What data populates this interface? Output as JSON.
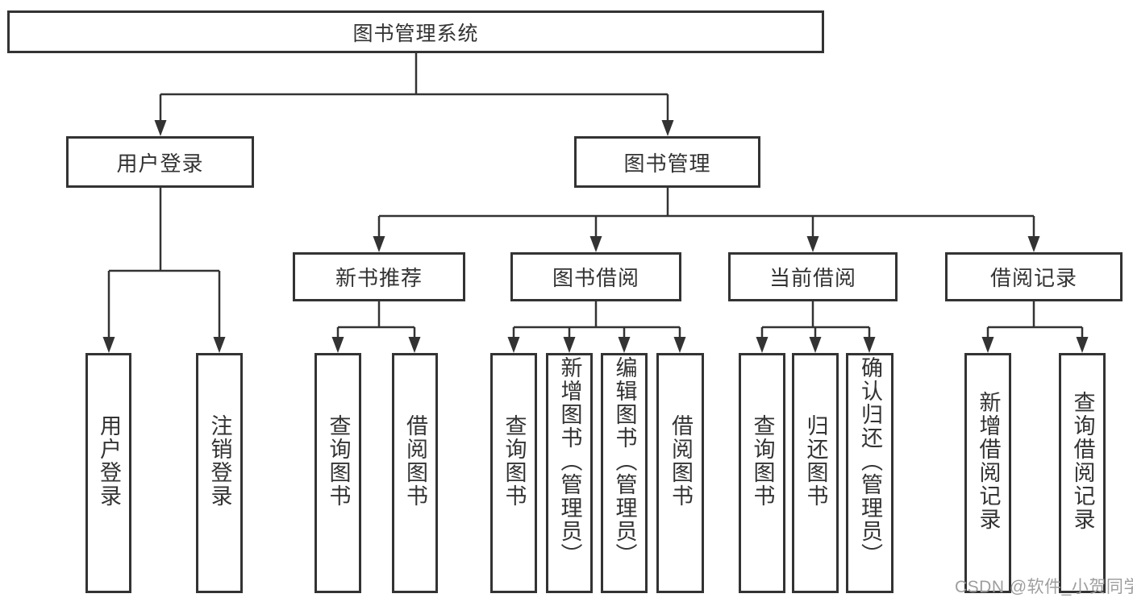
{
  "diagram": {
    "root": {
      "label": "图书管理系统"
    },
    "level2": [
      {
        "label": "用户登录"
      },
      {
        "label": "图书管理"
      }
    ],
    "level3": [
      {
        "label": "新书推荐",
        "parent": "图书管理"
      },
      {
        "label": "图书借阅",
        "parent": "图书管理"
      },
      {
        "label": "当前借阅",
        "parent": "图书管理"
      },
      {
        "label": "借阅记录",
        "parent": "图书管理"
      }
    ],
    "leaves": [
      {
        "label": "用户登录",
        "parent": "用户登录"
      },
      {
        "label": "注销登录",
        "parent": "用户登录"
      },
      {
        "label": "查询图书",
        "parent": "新书推荐"
      },
      {
        "label": "借阅图书",
        "parent": "新书推荐"
      },
      {
        "label": "查询图书",
        "parent": "图书借阅"
      },
      {
        "label": "新增图书（管理员）",
        "parent": "图书借阅"
      },
      {
        "label": "编辑图书（管理员）",
        "parent": "图书借阅"
      },
      {
        "label": "借阅图书",
        "parent": "图书借阅"
      },
      {
        "label": "查询图书",
        "parent": "当前借阅"
      },
      {
        "label": "归还图书",
        "parent": "当前借阅"
      },
      {
        "label": "确认归还（管理员）",
        "parent": "当前借阅"
      },
      {
        "label": "新增借阅记录",
        "parent": "借阅记录"
      },
      {
        "label": "查询借阅记录",
        "parent": "借阅记录"
      }
    ],
    "watermark": "CSDN @软件_小贺同学",
    "colors": {
      "line": "#333333",
      "box_border": "#333333",
      "box_background": "#ffffff",
      "text": "#333333",
      "watermark_text": "#9e9e9e"
    }
  }
}
